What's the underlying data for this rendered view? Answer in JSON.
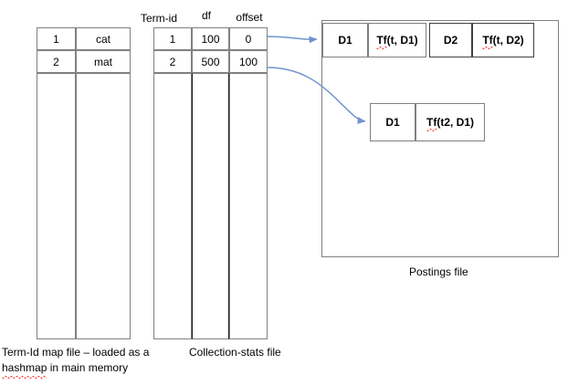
{
  "colors": {
    "arrow": "#6f94cd",
    "cell_border": "#808080",
    "box_border_dark": "#404040",
    "text": "#000000",
    "spellcheck": "#ff2d2d"
  },
  "term_id_map": {
    "caption_line1": "Term-Id map file – loaded as a",
    "caption_line2_word": "hashmap",
    "caption_line2_rest": " in main memory",
    "rows": [
      {
        "id": "1",
        "term": "cat"
      },
      {
        "id": "2",
        "term": "mat"
      },
      {
        "id": "",
        "term": ""
      },
      {
        "id": "",
        "term": ""
      }
    ]
  },
  "collection_stats": {
    "caption": "Collection-stats file",
    "headers": [
      "Term-id",
      "df",
      "offset"
    ],
    "rows": [
      {
        "term_id": "1",
        "df": "100",
        "offset": "0"
      },
      {
        "term_id": "2",
        "df": "500",
        "offset": "100"
      },
      {
        "term_id": "",
        "df": "",
        "offset": ""
      },
      {
        "term_id": "",
        "df": "",
        "offset": ""
      }
    ]
  },
  "postings": {
    "caption": "Postings file",
    "list_1": [
      {
        "doc": "D1",
        "tf_prefix": "Tf",
        "tf_rest": "(t, D1)"
      },
      {
        "doc": "D2",
        "tf_prefix": "Tf",
        "tf_rest": "(t, D2)"
      }
    ],
    "list_2": [
      {
        "doc": "D1",
        "tf_prefix": "Tf",
        "tf_rest": "(t2, D1)"
      }
    ]
  },
  "arrows": [
    {
      "name": "offset-0-to-posting-list-1",
      "from": "offset row 1",
      "to": "posting list 1"
    },
    {
      "name": "offset-100-to-posting-list-2",
      "from": "offset row 2",
      "to": "posting list 2"
    }
  ]
}
